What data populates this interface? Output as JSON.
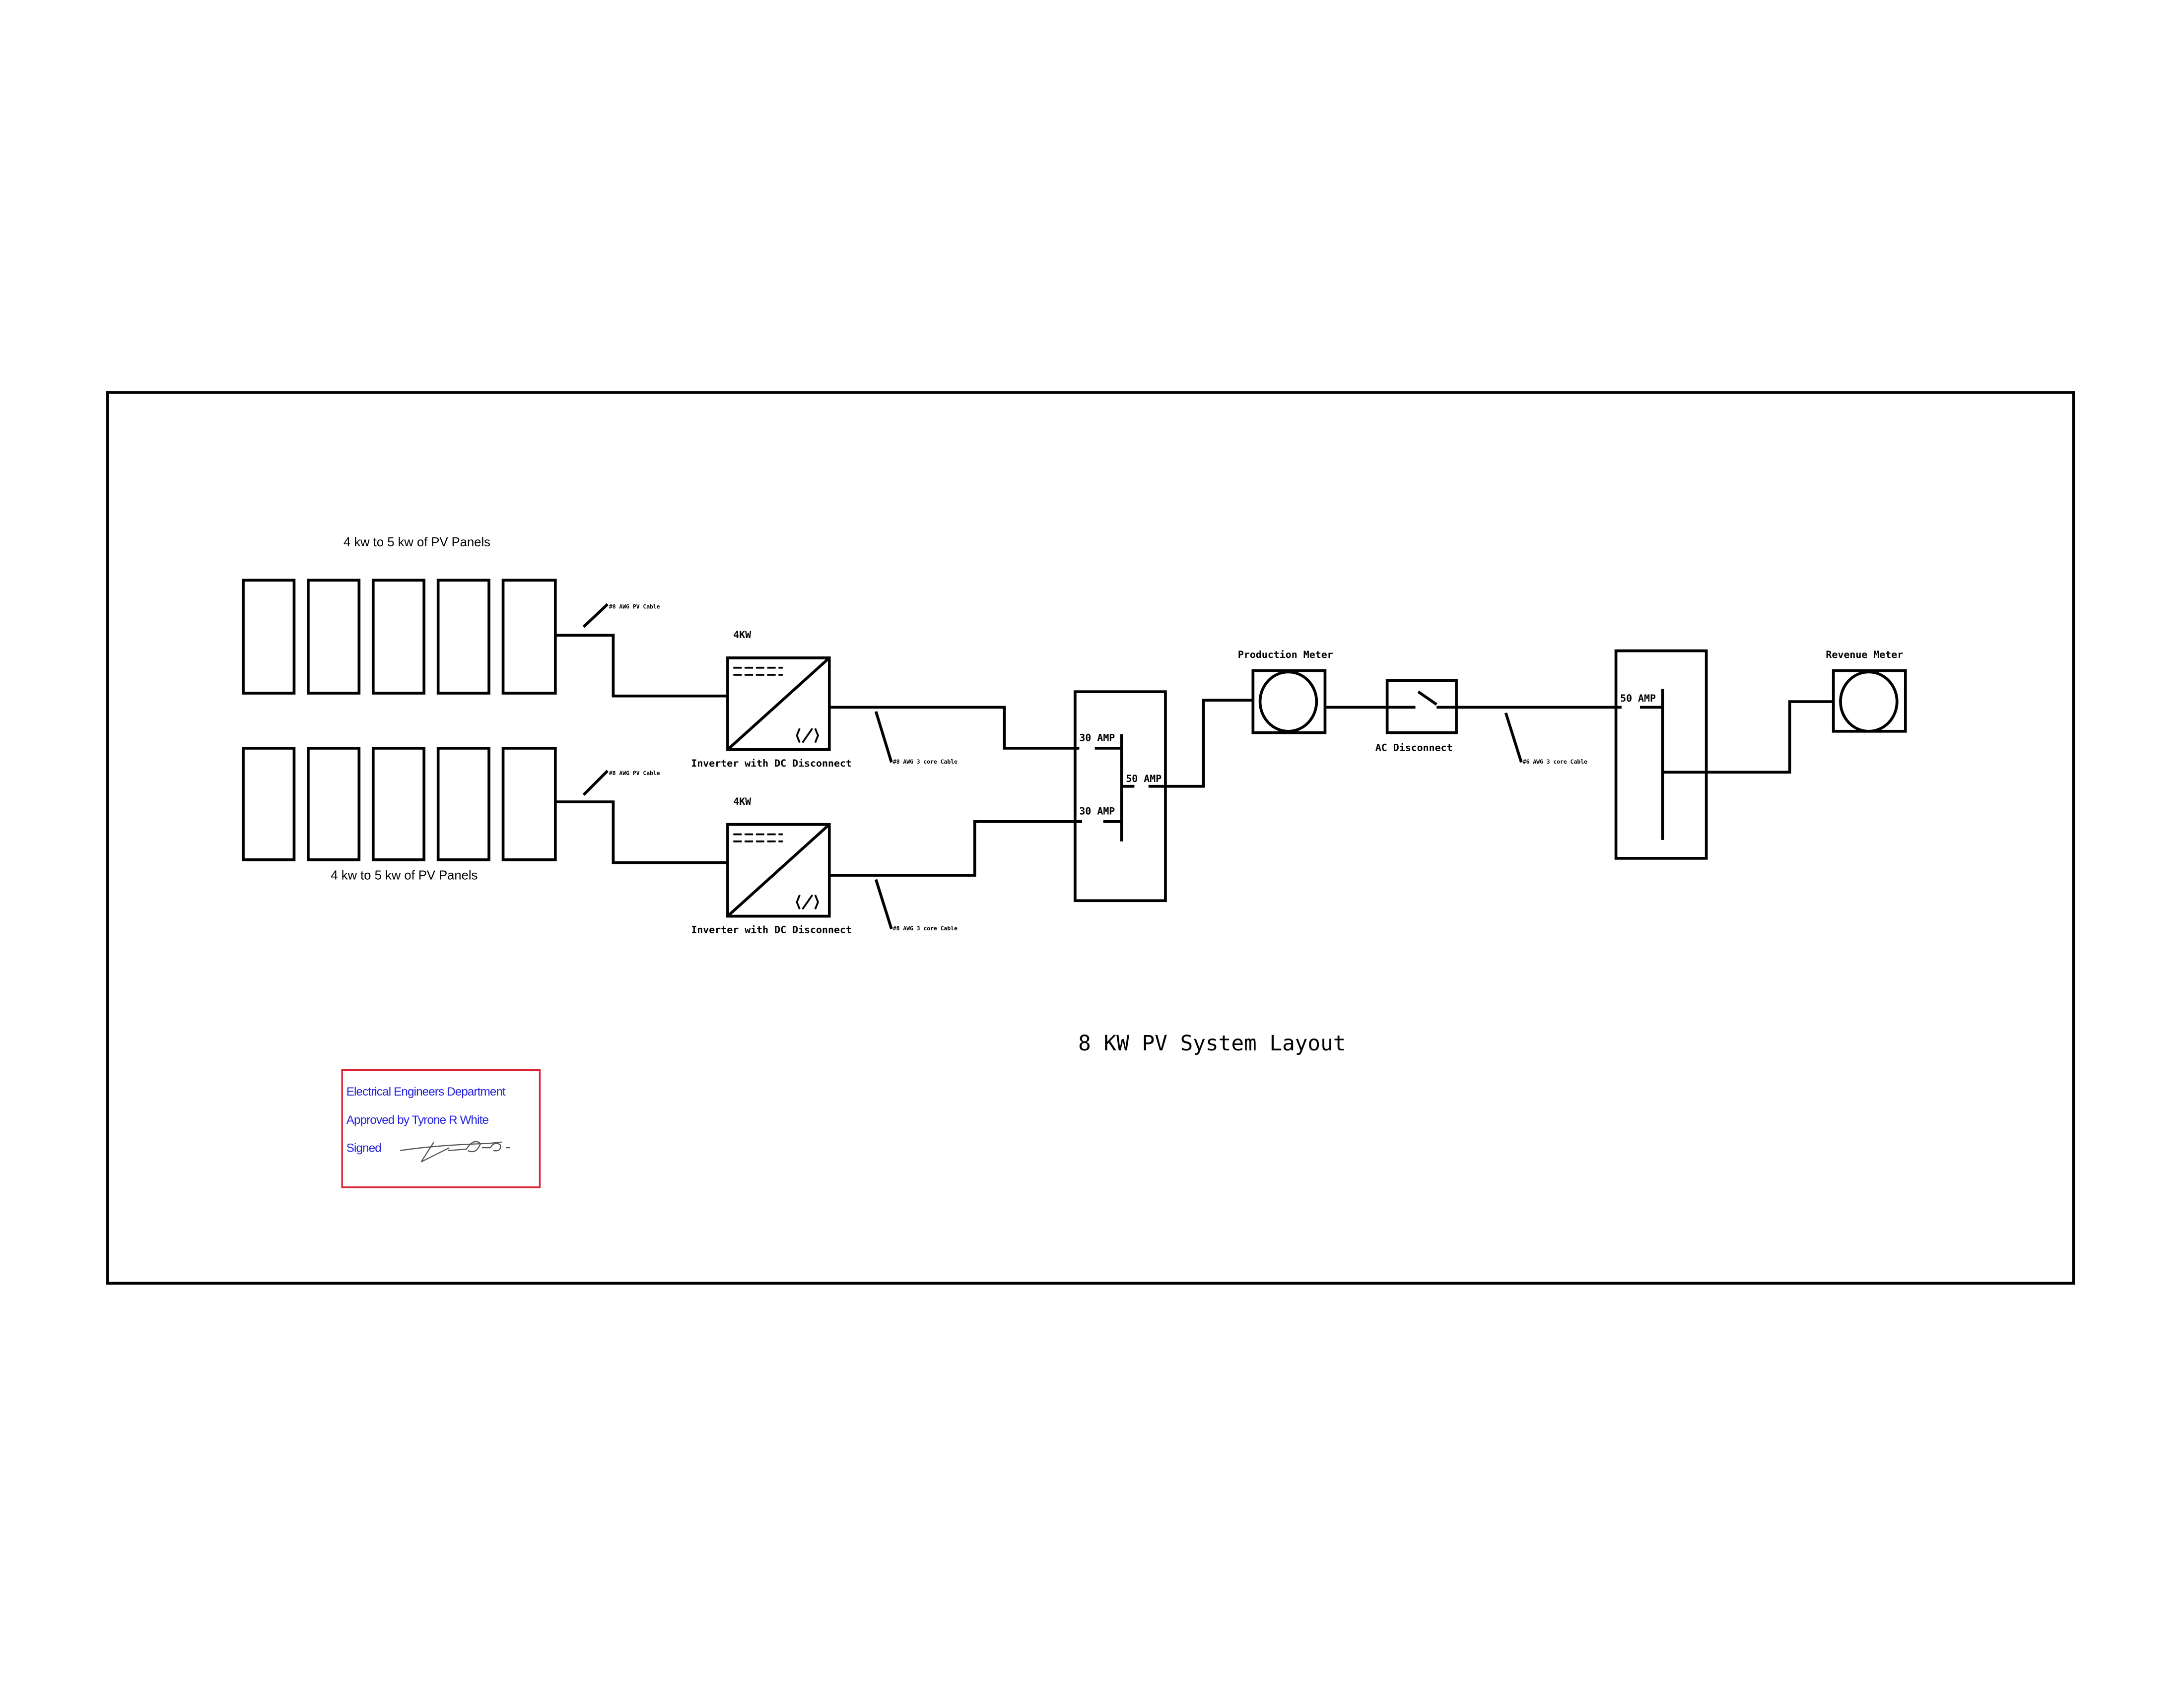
{
  "title": "8 KW PV System Layout",
  "pv_array_top": {
    "label": "4 kw to 5 kw of PV Panels",
    "panel_count": 5,
    "cable": "#8 AWG PV Cable"
  },
  "pv_array_bottom": {
    "label": "4 kw to 5 kw of PV Panels",
    "panel_count": 5,
    "cable": "#8 AWG PV Cable"
  },
  "inverter_top": {
    "rating": "4KW",
    "label": "Inverter with DC Disconnect",
    "cable": "#8 AWG 3 core Cable"
  },
  "inverter_bottom": {
    "rating": "4KW",
    "label": "Inverter with DC Disconnect",
    "cable": "#8 AWG 3 core Cable"
  },
  "combiner_panel": {
    "breaker_1": "30 AMP",
    "breaker_2": "30 AMP",
    "main_breaker": "50 AMP"
  },
  "production_meter": {
    "label": "Production Meter"
  },
  "ac_disconnect": {
    "label": "AC Disconnect",
    "cable": "#6 AWG 3 core Cable"
  },
  "main_panel": {
    "breaker": "50 AMP"
  },
  "revenue_meter": {
    "label": "Revenue Meter"
  },
  "approval_stamp": {
    "department": "Electrical Engineers Department",
    "approved_by": "Approved by Tyrone R White",
    "signed": "Signed",
    "border_color": "#dd2233",
    "text_color": "#2222dd"
  }
}
